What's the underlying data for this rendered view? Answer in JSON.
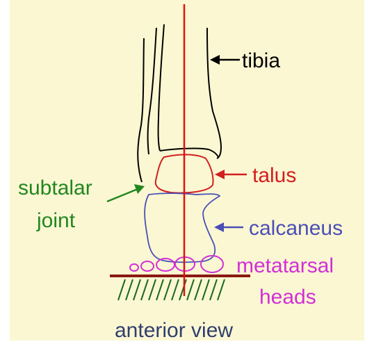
{
  "colors": {
    "background": "#fbf7d3",
    "border": "#ffffff",
    "tibia": "#000000",
    "talus": "#d21f1f",
    "calcaneus": "#4a4fb5",
    "subtalar": "#22871f",
    "metatarsal": "#d22fd6",
    "axis": "#e01010",
    "ground": "#8a1a12",
    "hatch": "#1a6b1a",
    "caption": "#2f3f6e"
  },
  "labels": {
    "tibia": "tibia",
    "talus": "talus",
    "subtalar_line1": "subtalar",
    "subtalar_line2": "joint",
    "calcaneus": "calcaneus",
    "metatarsal_line1": "metatarsal",
    "metatarsal_line2": "heads",
    "caption": "anterior view"
  }
}
